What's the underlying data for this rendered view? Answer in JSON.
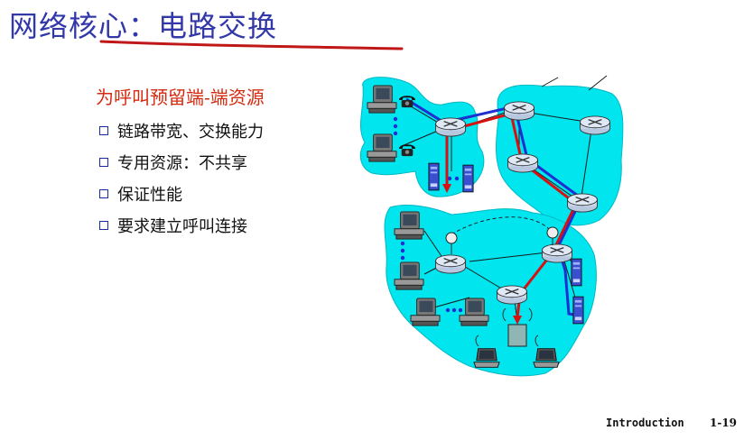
{
  "slide": {
    "title": "网络核心：电路交换",
    "heading": "为呼叫预留端-端资源",
    "bullets": [
      "链路带宽、交换能力",
      "专用资源：不共享",
      "保证性能",
      "要求建立呼叫连接"
    ],
    "footer_left": "Introduction",
    "footer_right": "1-19"
  },
  "figure": {
    "name": "circuit-switching-network",
    "cloud_color": "#00e5ee",
    "link_color": "#1a1a1a",
    "circuit_red": "#d81010",
    "circuit_blue": "#1f2fd0",
    "icons": [
      "workstation-icon",
      "telephone-icon",
      "router-icon",
      "server-icon",
      "laptop-icon",
      "wireless-base-station-icon",
      "satellite-dish-icon"
    ]
  }
}
